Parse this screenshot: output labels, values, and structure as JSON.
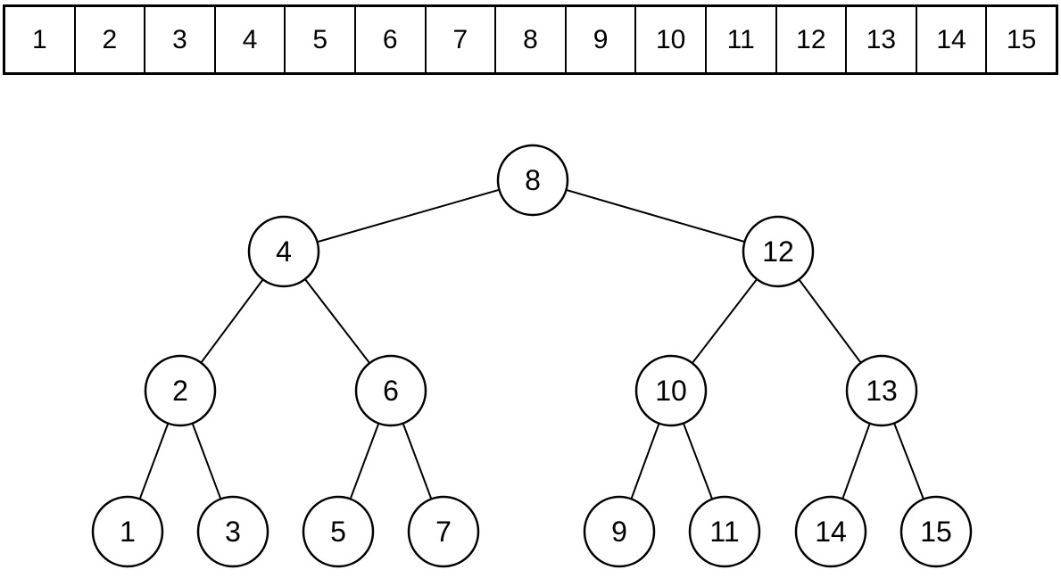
{
  "array": {
    "cells": [
      "1",
      "2",
      "3",
      "4",
      "5",
      "6",
      "7",
      "8",
      "9",
      "10",
      "11",
      "12",
      "13",
      "14",
      "15"
    ]
  },
  "tree": {
    "nodes": [
      "8",
      "4",
      "12",
      "2",
      "6",
      "10",
      "13",
      "1",
      "3",
      "5",
      "7",
      "9",
      "11",
      "14",
      "15"
    ],
    "edges": [
      [
        "8",
        "4"
      ],
      [
        "8",
        "12"
      ],
      [
        "4",
        "2"
      ],
      [
        "4",
        "6"
      ],
      [
        "12",
        "10"
      ],
      [
        "12",
        "13"
      ],
      [
        "2",
        "1"
      ],
      [
        "2",
        "3"
      ],
      [
        "6",
        "5"
      ],
      [
        "6",
        "7"
      ],
      [
        "10",
        "9"
      ],
      [
        "10",
        "11"
      ],
      [
        "13",
        "14"
      ],
      [
        "13",
        "15"
      ]
    ]
  },
  "colors": {
    "background": "#ffffff",
    "stroke": "#000000",
    "text": "#000000"
  }
}
